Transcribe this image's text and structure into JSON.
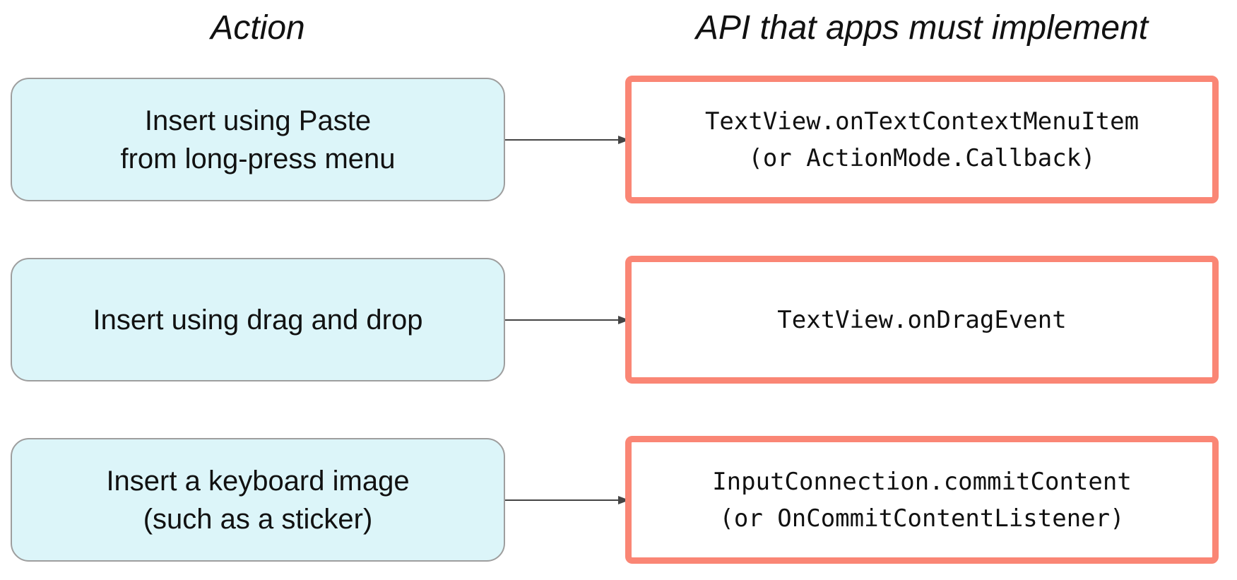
{
  "headers": {
    "action": "Action",
    "api": "API that apps must implement"
  },
  "rows": [
    {
      "action": "Insert using Paste\nfrom long-press menu",
      "api": "TextView.onTextContextMenuItem\n(or ActionMode.Callback)"
    },
    {
      "action": "Insert using drag and drop",
      "api": "TextView.onDragEvent"
    },
    {
      "action": "Insert a keyboard image\n(such as a sticker)",
      "api": "InputConnection.commitContent\n(or OnCommitContentListener)"
    }
  ],
  "colors": {
    "action_fill": "#dcf5f9",
    "action_border": "#9e9e9e",
    "api_border": "#fa8675",
    "arrow": "#444444"
  },
  "icons": {
    "connector": "arrow-right-icon"
  }
}
